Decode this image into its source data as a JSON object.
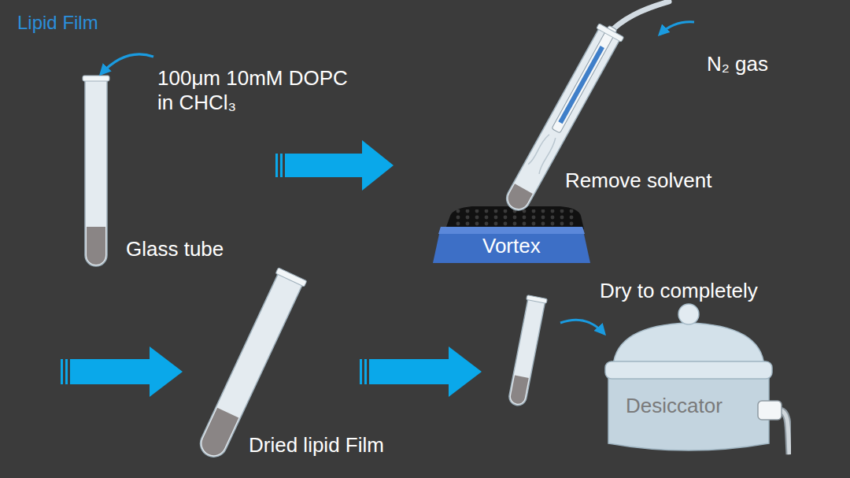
{
  "diagram": {
    "title": "Lipid Film",
    "nodes": [
      {
        "text": [
          "Vortex"
        ]
      },
      {
        "text": [
          "Desiccator"
        ]
      }
    ],
    "labels": [
      "100μm 10mM DOPC in CHCl₃",
      "N₂ gas",
      "Remove solvent",
      "Glass tube",
      "Dried lipid Film",
      "Dry to completely"
    ]
  }
}
